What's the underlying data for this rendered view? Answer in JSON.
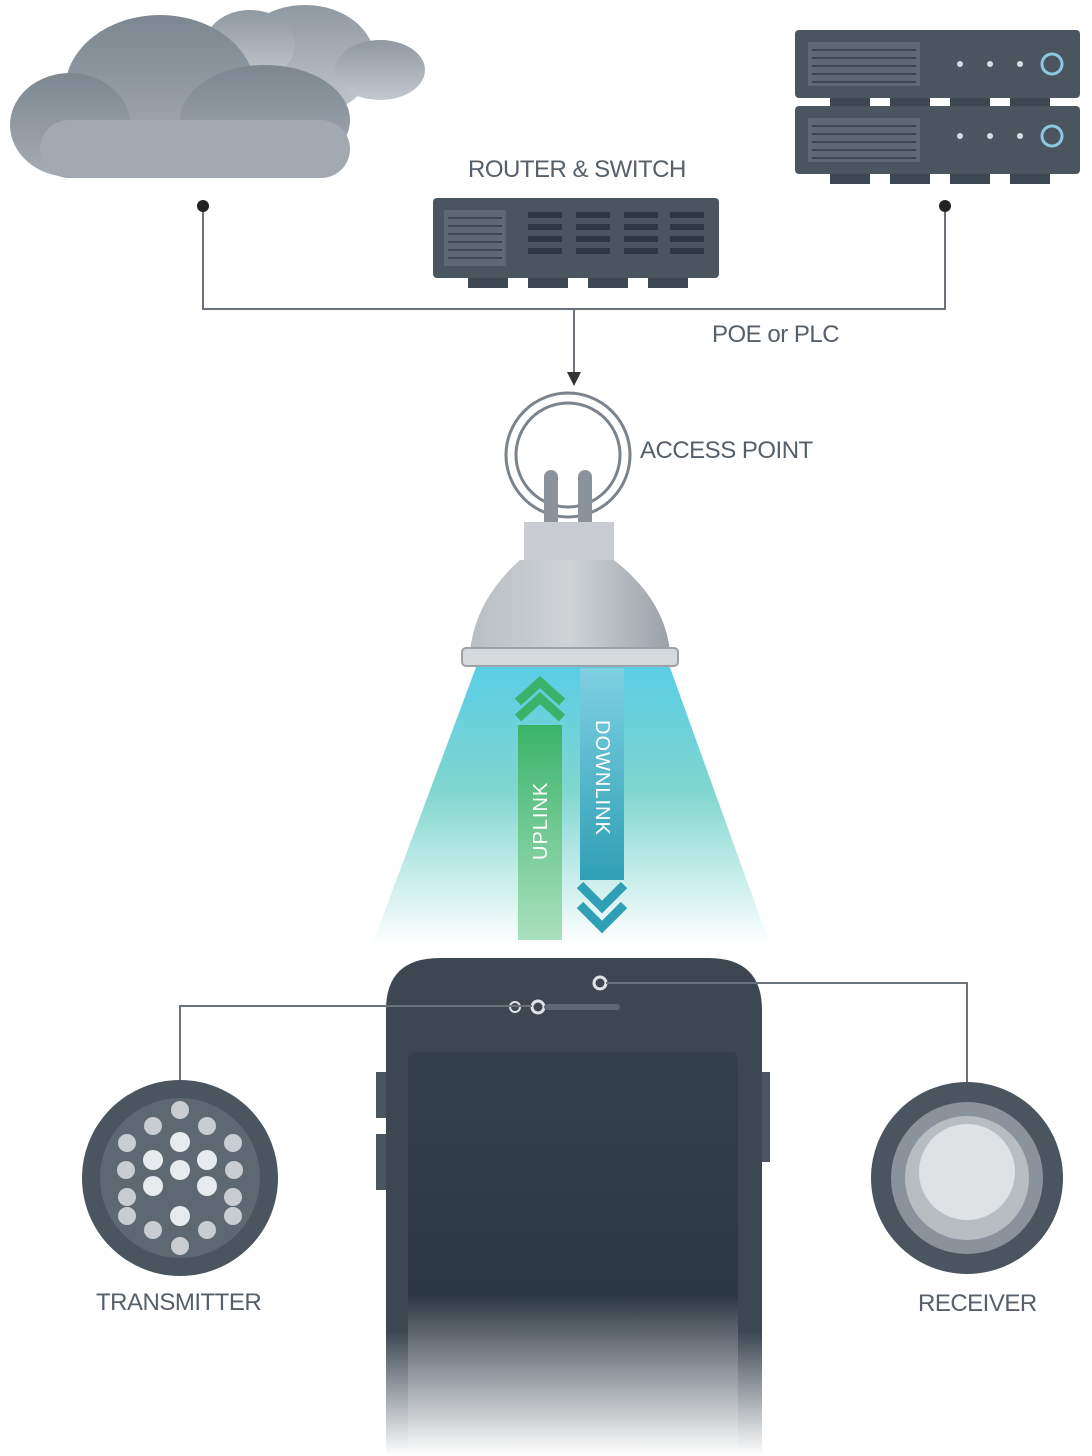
{
  "labels": {
    "router_switch": "ROUTER & SWITCH",
    "poe_plc": "POE or PLC",
    "access_point": "ACCESS POINT",
    "uplink": "UPLINK",
    "downlink": "DOWNLINK",
    "transmitter": "TRANSMITTER",
    "receiver": "RECEIVER"
  },
  "colors": {
    "device_dark": "#3c4752",
    "device_mid": "#4a5560",
    "line": "#6a737c",
    "uplink_green": "#3ab36a",
    "downlink_teal": "#2f9fb5",
    "light_cone_top": "#5fd0e8",
    "light_cone_bottom": "#ffffff"
  },
  "icons": [
    "cloud-icon",
    "server-rack-icon",
    "router-switch-icon",
    "led-bulb-icon",
    "smartphone-icon",
    "led-transmitter-icon",
    "photodiode-receiver-icon"
  ]
}
